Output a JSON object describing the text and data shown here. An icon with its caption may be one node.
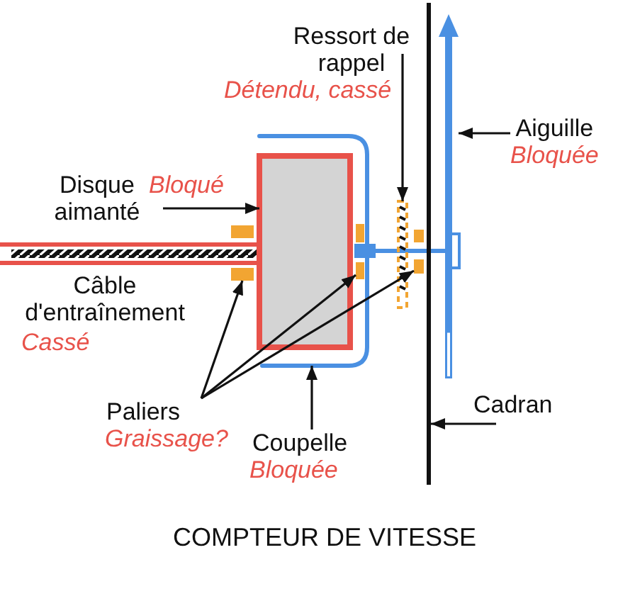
{
  "diagram": {
    "caption": "COMPTEUR DE VITESSE",
    "nodes": [
      {
        "text": [
          "Ressort de rappel",
          "Détendu, cassé"
        ]
      },
      {
        "text": [
          "Aiguille",
          "Bloquée"
        ]
      },
      {
        "text": [
          "Disque aimanté",
          "Bloqué"
        ]
      },
      {
        "text": [
          "Cadran"
        ]
      },
      {
        "text": [
          "Paliers",
          "Graissage?"
        ]
      },
      {
        "text": [
          "Coupelle",
          "Bloquée"
        ]
      },
      {
        "text": [],
        "shape": "spring"
      },
      {
        "text": [],
        "shape": "needle"
      },
      {
        "text": [],
        "shape": "line"
      },
      {
        "text": [],
        "shape": "cup"
      },
      {
        "text": [],
        "shape": "box",
        "in": 9
      },
      {
        "text": [],
        "shape": "box"
      },
      {
        "text": [],
        "shape": "box",
        "in": 9
      },
      {
        "text": [],
        "shape": "box"
      }
    ],
    "edges": [
      {
        "from": 0,
        "to": 6,
        "arrow": "to"
      },
      {
        "from": 1,
        "to": 7,
        "arrow": "to"
      },
      {
        "from": 2,
        "to": 10,
        "arrow": "to"
      },
      {
        "from": 3,
        "to": 8,
        "arrow": "to"
      },
      {
        "from": 4,
        "to": 11,
        "arrow": "to"
      },
      {
        "from": 4,
        "to": 12,
        "arrow": "to"
      },
      {
        "from": 4,
        "to": 13,
        "arrow": "to"
      },
      {
        "from": 5,
        "to": 9,
        "arrow": "to"
      }
    ],
    "labels": [
      "Câble d'entraînement",
      "Cassé"
    ]
  }
}
